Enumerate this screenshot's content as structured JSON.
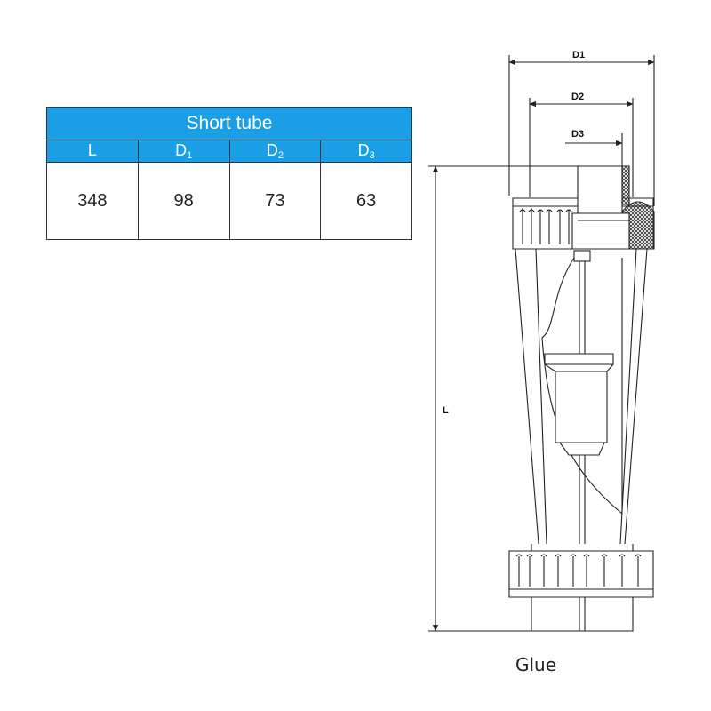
{
  "table": {
    "title": "Short tube",
    "headers": [
      {
        "base": "L",
        "sub": ""
      },
      {
        "base": "D",
        "sub": "1"
      },
      {
        "base": "D",
        "sub": "2"
      },
      {
        "base": "D",
        "sub": "3"
      }
    ],
    "values": [
      "348",
      "98",
      "73",
      "63"
    ]
  },
  "drawing": {
    "dim_d1": "D1",
    "dim_d2": "D2",
    "dim_d3": "D3",
    "dim_l": "L",
    "caption": "Glue"
  },
  "colors": {
    "header_blue": "#1a9fe6",
    "line": "#222222"
  }
}
